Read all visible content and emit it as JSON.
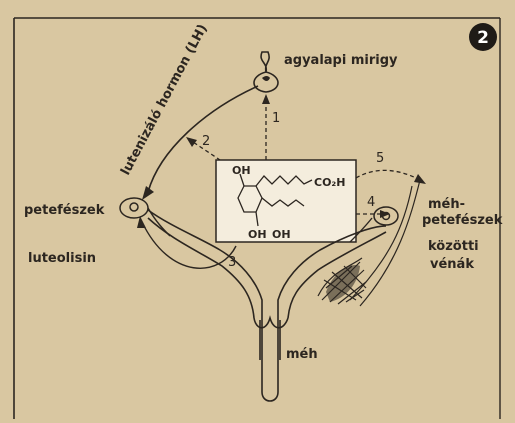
{
  "figure": {
    "badge": "2",
    "labels": {
      "pituitary": "agyalapi mirigy",
      "lh_hormone": "lutenizáló hormon (LH)",
      "ovaries": "petefészek",
      "luteolysin": "luteolisin",
      "uterus": "méh",
      "vein_line1": "méh-",
      "vein_line2": "petefészek",
      "vein_line3": "közötti",
      "vein_line4": "vénák"
    },
    "steps": [
      "1",
      "2",
      "3",
      "4",
      "5"
    ],
    "molecule": {
      "oh_top": "OH",
      "co2h": "CO₂H",
      "oh_bottom_1": "OH",
      "oh_bottom_2": "OH"
    }
  },
  "colors": {
    "background": "#d9c7a1",
    "ink": "#2c2620",
    "badge_fill": "#1f1b17",
    "badge_text": "#ffffff",
    "box_fill": "#f4eddd"
  }
}
